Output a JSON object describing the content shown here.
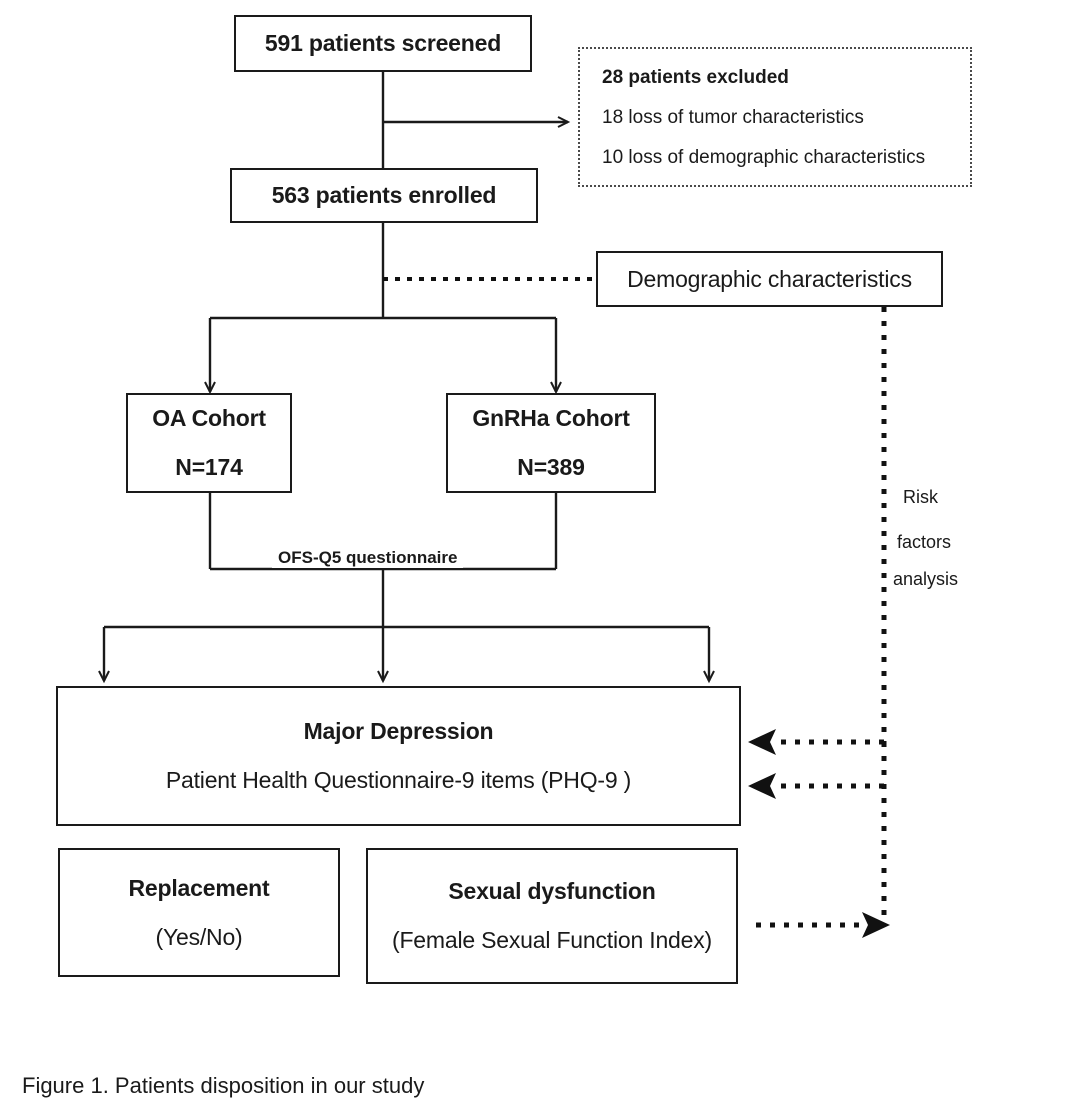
{
  "figure": {
    "caption": "Figure 1. Patients disposition in our study"
  },
  "nodes": {
    "screened": {
      "label": "591 patients screened"
    },
    "excluded": {
      "heading": "28 patients excluded",
      "items": [
        "18 loss of tumor characteristics",
        "10 loss of demographic characteristics"
      ]
    },
    "enrolled": {
      "label": "563 patients enrolled"
    },
    "demographics": {
      "label": "Demographic characteristics"
    },
    "oa_cohort": {
      "title": "OA Cohort",
      "count": "N=174"
    },
    "gnrha_cohort": {
      "title": "GnRHa Cohort",
      "count": "N=389"
    },
    "major_depression": {
      "title": "Major Depression",
      "subtitle": "Patient Health Questionnaire-9 items (PHQ-9 )"
    },
    "replacement": {
      "title": "Replacement",
      "subtitle": "(Yes/No)"
    },
    "sexual_dysfunction": {
      "title": "Sexual dysfunction",
      "subtitle": "(Female Sexual Function Index)"
    }
  },
  "edges": {
    "questionnaire_label": "OFS-Q5 questionnaire",
    "risk_analysis": {
      "line1": "Risk",
      "line2": "factors",
      "line3": "analysis"
    }
  },
  "colors": {
    "stroke": "#1a1a1a",
    "dotted_stroke": "#4a4a4a",
    "background": "#ffffff"
  }
}
